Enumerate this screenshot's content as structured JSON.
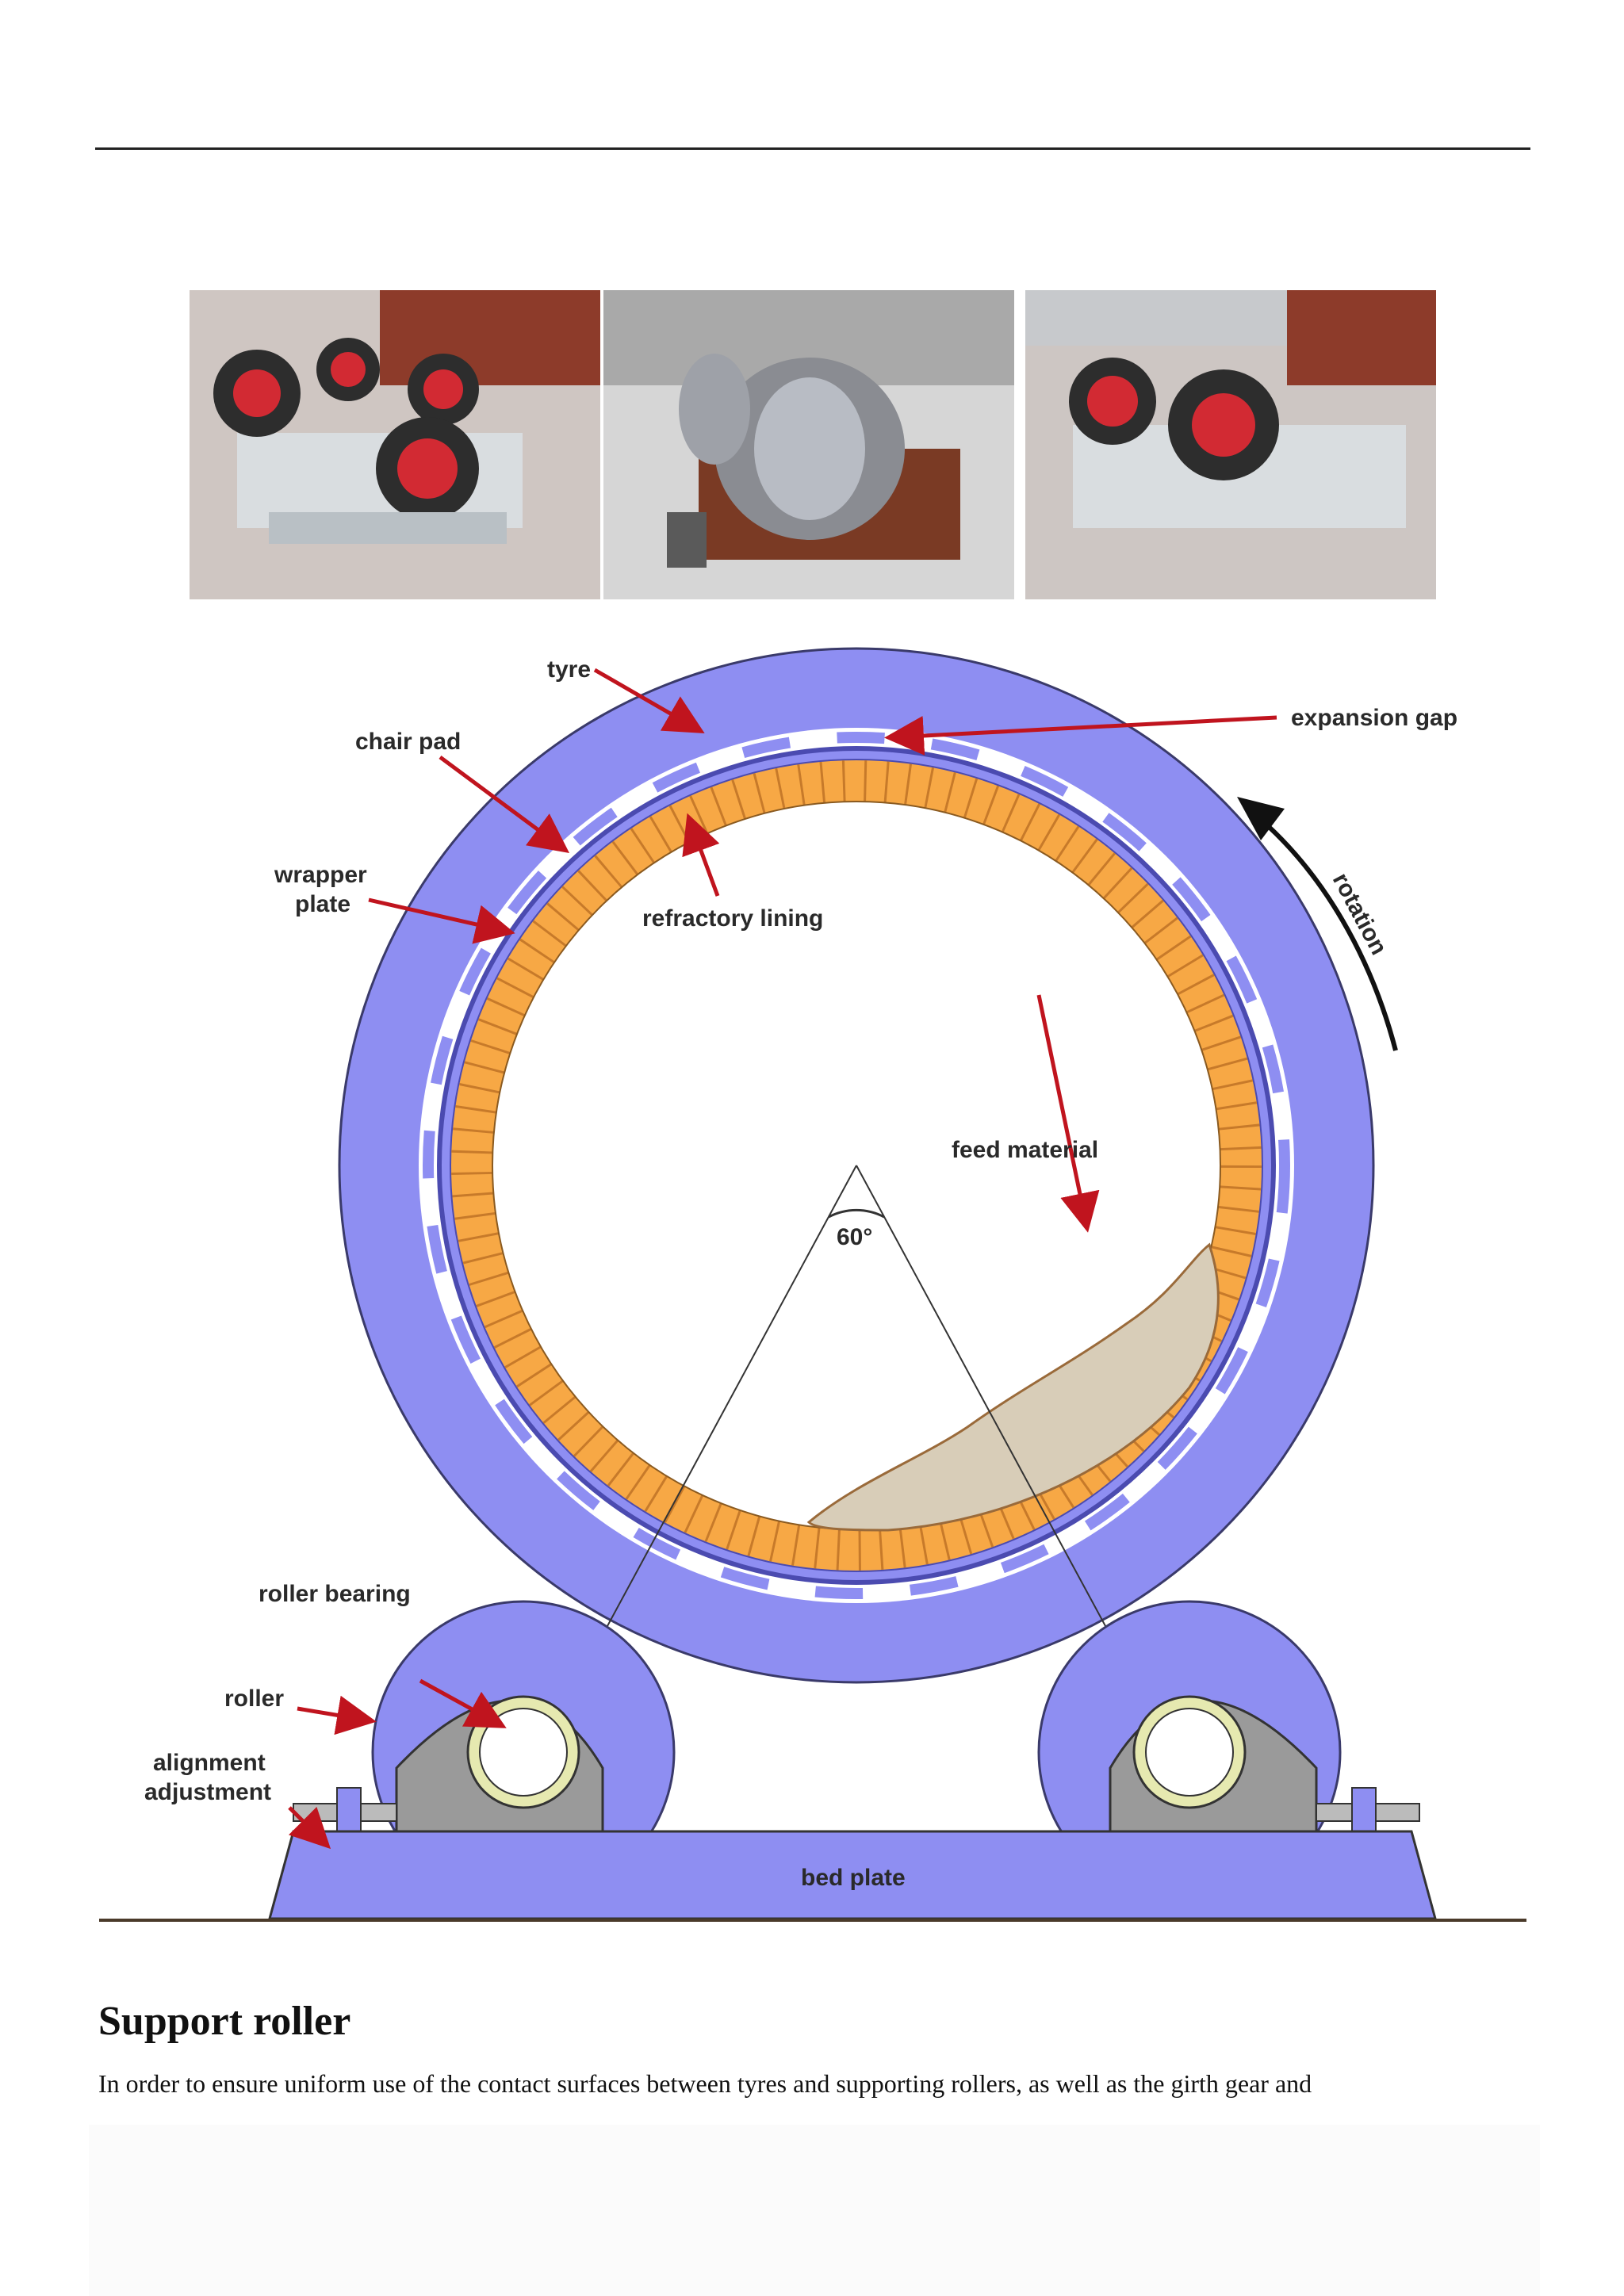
{
  "photos": [
    {
      "name": "photo-support-roller-assembly-1"
    },
    {
      "name": "photo-support-roller-workshop"
    },
    {
      "name": "photo-support-roller-assembly-2"
    }
  ],
  "diagram": {
    "labels": {
      "tyre": "tyre",
      "chair_pad": "chair pad",
      "expansion_gap": "expansion gap",
      "wrapper_plate_1": "wrapper",
      "wrapper_plate_2": "plate",
      "refractory_lining": "refractory lining",
      "rotation": "rotation",
      "feed_material": "feed material",
      "angle": "60°",
      "roller_bearing": "roller bearing",
      "roller": "roller",
      "alignment_1": "alignment",
      "alignment_2": "adjustment",
      "bed_plate": "bed plate"
    },
    "colors": {
      "tyre": "#8e8ef2",
      "lining": "#f7a845",
      "arrow": "#c0141e",
      "base_grey": "#9a9a9a",
      "feed": "#d8cdb8"
    }
  },
  "section": {
    "heading": "Support roller",
    "text": "In order to ensure uniform use of the contact surfaces between tyres and supporting rollers, as well as the girth gear and"
  }
}
